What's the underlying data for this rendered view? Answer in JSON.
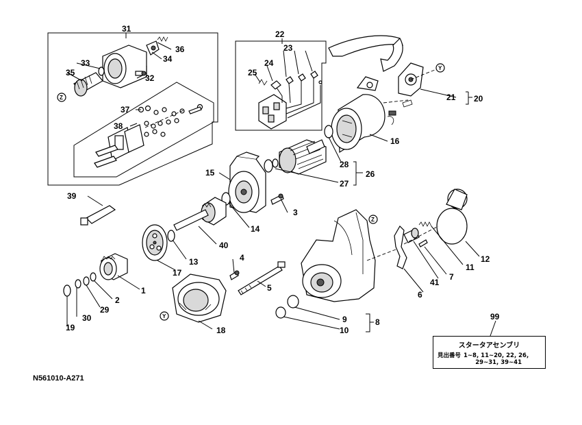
{
  "figure_code": "N561010-A271",
  "assembly_box": {
    "ref": "99",
    "title": "スタータアセンブリ",
    "label": "見出番号",
    "line1": "1~8, 11~20, 22, 26,",
    "line2": "29~31, 39~41"
  },
  "view_marks": [
    "Y",
    "Z"
  ],
  "callouts": [
    {
      "id": "1",
      "text": "1"
    },
    {
      "id": "2",
      "text": "2"
    },
    {
      "id": "3",
      "text": "3"
    },
    {
      "id": "4",
      "text": "4"
    },
    {
      "id": "5",
      "text": "5"
    },
    {
      "id": "6",
      "text": "6"
    },
    {
      "id": "7",
      "text": "7"
    },
    {
      "id": "8",
      "text": "8"
    },
    {
      "id": "9",
      "text": "9"
    },
    {
      "id": "10",
      "text": "10"
    },
    {
      "id": "11",
      "text": "11"
    },
    {
      "id": "12",
      "text": "12"
    },
    {
      "id": "13",
      "text": "13"
    },
    {
      "id": "14",
      "text": "14"
    },
    {
      "id": "15",
      "text": "15"
    },
    {
      "id": "16",
      "text": "16"
    },
    {
      "id": "17",
      "text": "17"
    },
    {
      "id": "18",
      "text": "18"
    },
    {
      "id": "19",
      "text": "19"
    },
    {
      "id": "20",
      "text": "20"
    },
    {
      "id": "21",
      "text": "21"
    },
    {
      "id": "22",
      "text": "22"
    },
    {
      "id": "23",
      "text": "23"
    },
    {
      "id": "24",
      "text": "24"
    },
    {
      "id": "25",
      "text": "25"
    },
    {
      "id": "26",
      "text": "26"
    },
    {
      "id": "27",
      "text": "27"
    },
    {
      "id": "28",
      "text": "28"
    },
    {
      "id": "29",
      "text": "29"
    },
    {
      "id": "30",
      "text": "30"
    },
    {
      "id": "31",
      "text": "31"
    },
    {
      "id": "32",
      "text": "32"
    },
    {
      "id": "33",
      "text": "33"
    },
    {
      "id": "34",
      "text": "34"
    },
    {
      "id": "35",
      "text": "35"
    },
    {
      "id": "36",
      "text": "36"
    },
    {
      "id": "37",
      "text": "37"
    },
    {
      "id": "38",
      "text": "38"
    },
    {
      "id": "39",
      "text": "39"
    },
    {
      "id": "40",
      "text": "40"
    },
    {
      "id": "41",
      "text": "41"
    }
  ]
}
